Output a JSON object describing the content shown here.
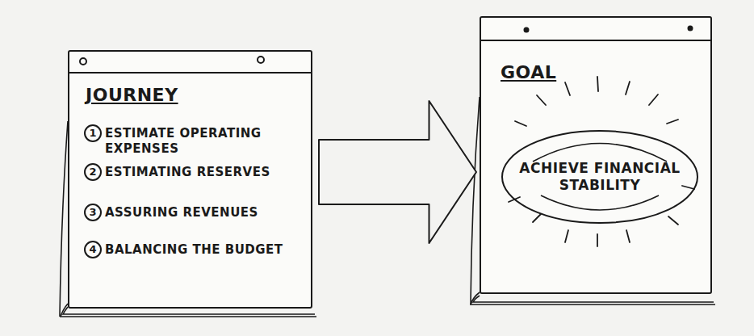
{
  "diagram": {
    "nodes": [
      {
        "text": [
          "JOURNEY",
          "ESTIMATE OPERATING EXPENSES",
          "ESTIMATING RESERVES",
          "ASSURING REVENUES",
          "BALANCING THE BUDGET"
        ]
      },
      {
        "text": [
          "GOAL"
        ]
      },
      {
        "text": [
          "ACHIEVE FINANCIAL STABILITY"
        ],
        "in": 1
      }
    ],
    "edges": [
      {
        "from": 0,
        "to": 1,
        "arrow": "to"
      }
    ],
    "labels": [
      "1",
      "2",
      "3",
      "4"
    ]
  }
}
